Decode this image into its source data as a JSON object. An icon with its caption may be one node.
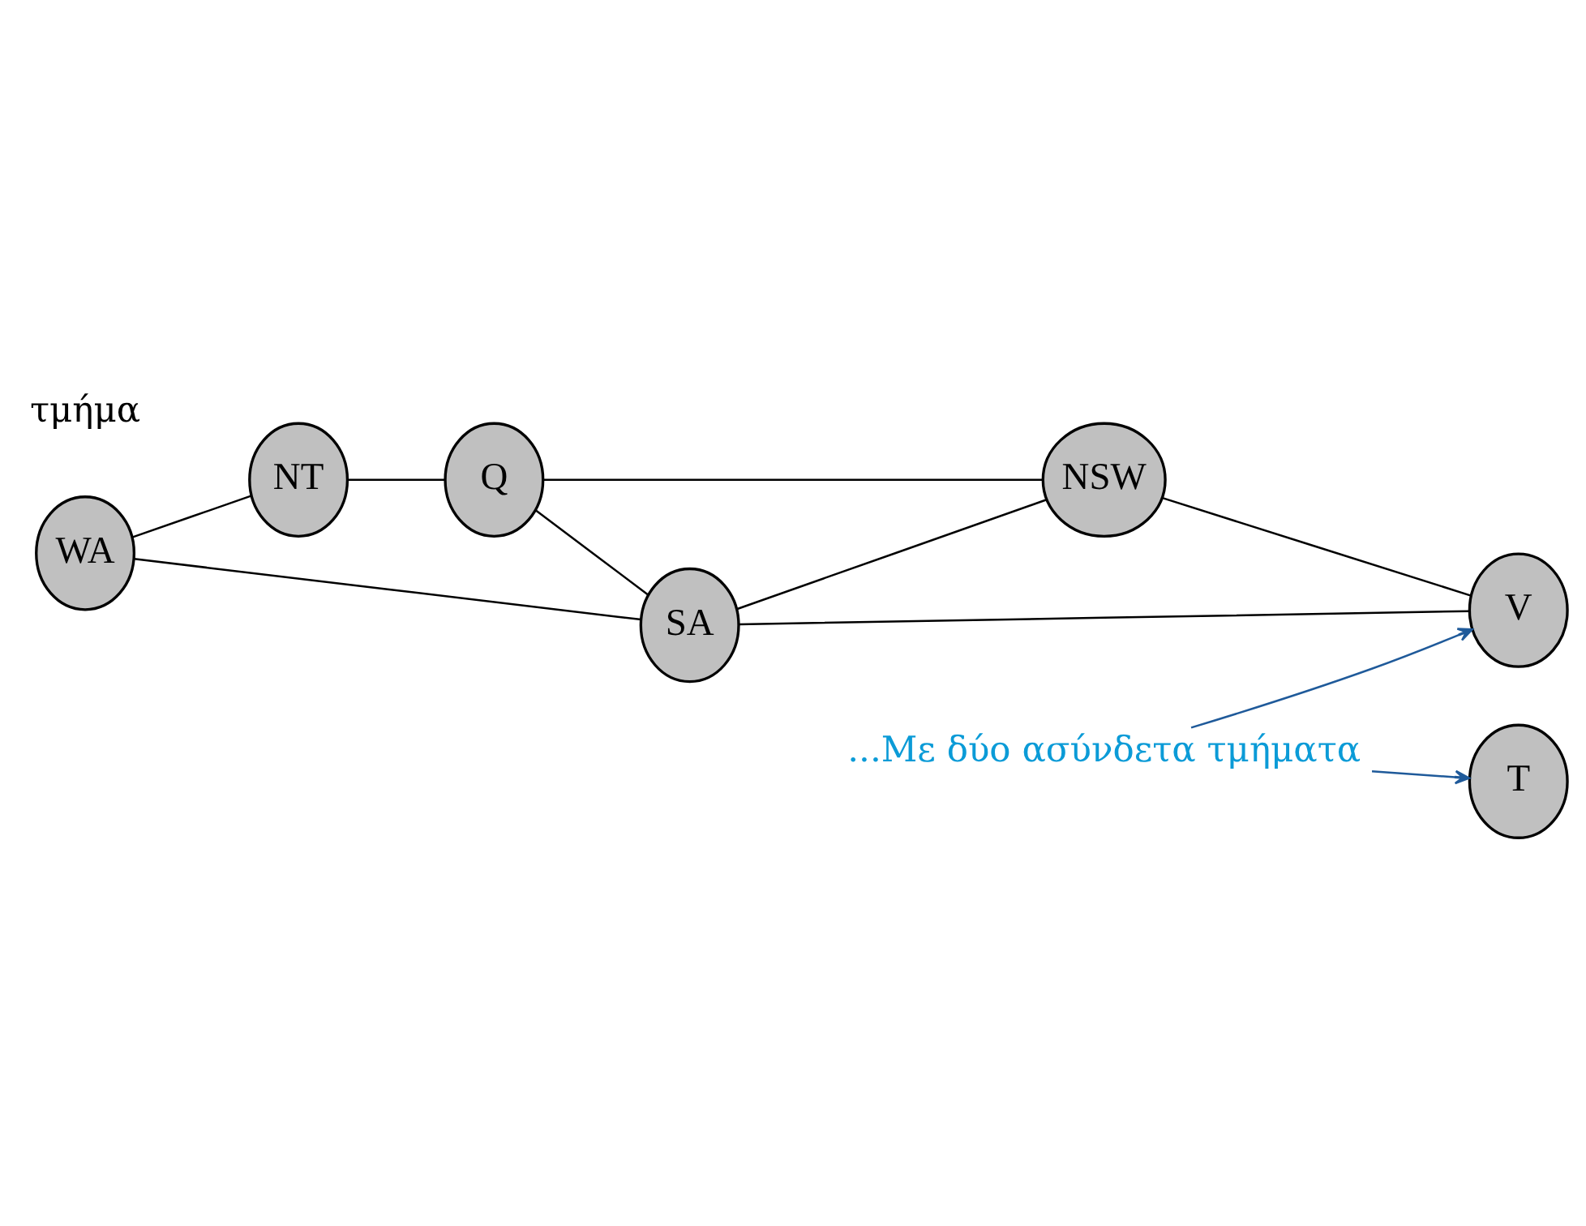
{
  "diagram": {
    "nodes": [
      {
        "text": [
          "WA"
        ]
      },
      {
        "text": [
          "NT"
        ]
      },
      {
        "text": [
          "Q"
        ]
      },
      {
        "text": [
          "SA"
        ]
      },
      {
        "text": [
          "NSW"
        ]
      },
      {
        "text": [
          "V"
        ]
      },
      {
        "text": [
          "T"
        ]
      },
      {
        "text": [
          "...Με δύο ασύνδετα τμήματα"
        ]
      }
    ],
    "edges": [
      {
        "from": 0,
        "to": 1,
        "arrow": "none"
      },
      {
        "from": 0,
        "to": 3,
        "arrow": "none"
      },
      {
        "from": 1,
        "to": 2,
        "arrow": "none"
      },
      {
        "from": 2,
        "to": 3,
        "arrow": "none"
      },
      {
        "from": 2,
        "to": 4,
        "arrow": "none"
      },
      {
        "from": 3,
        "to": 4,
        "arrow": "none"
      },
      {
        "from": 3,
        "to": 5,
        "arrow": "none"
      },
      {
        "from": 4,
        "to": 5,
        "arrow": "none"
      },
      {
        "from": 7,
        "to": 5,
        "arrow": "to",
        "color": "#1f5a9a"
      },
      {
        "from": 7,
        "to": 6,
        "arrow": "to",
        "color": "#1f5a9a"
      }
    ],
    "labels": [
      "τμήμα"
    ]
  }
}
